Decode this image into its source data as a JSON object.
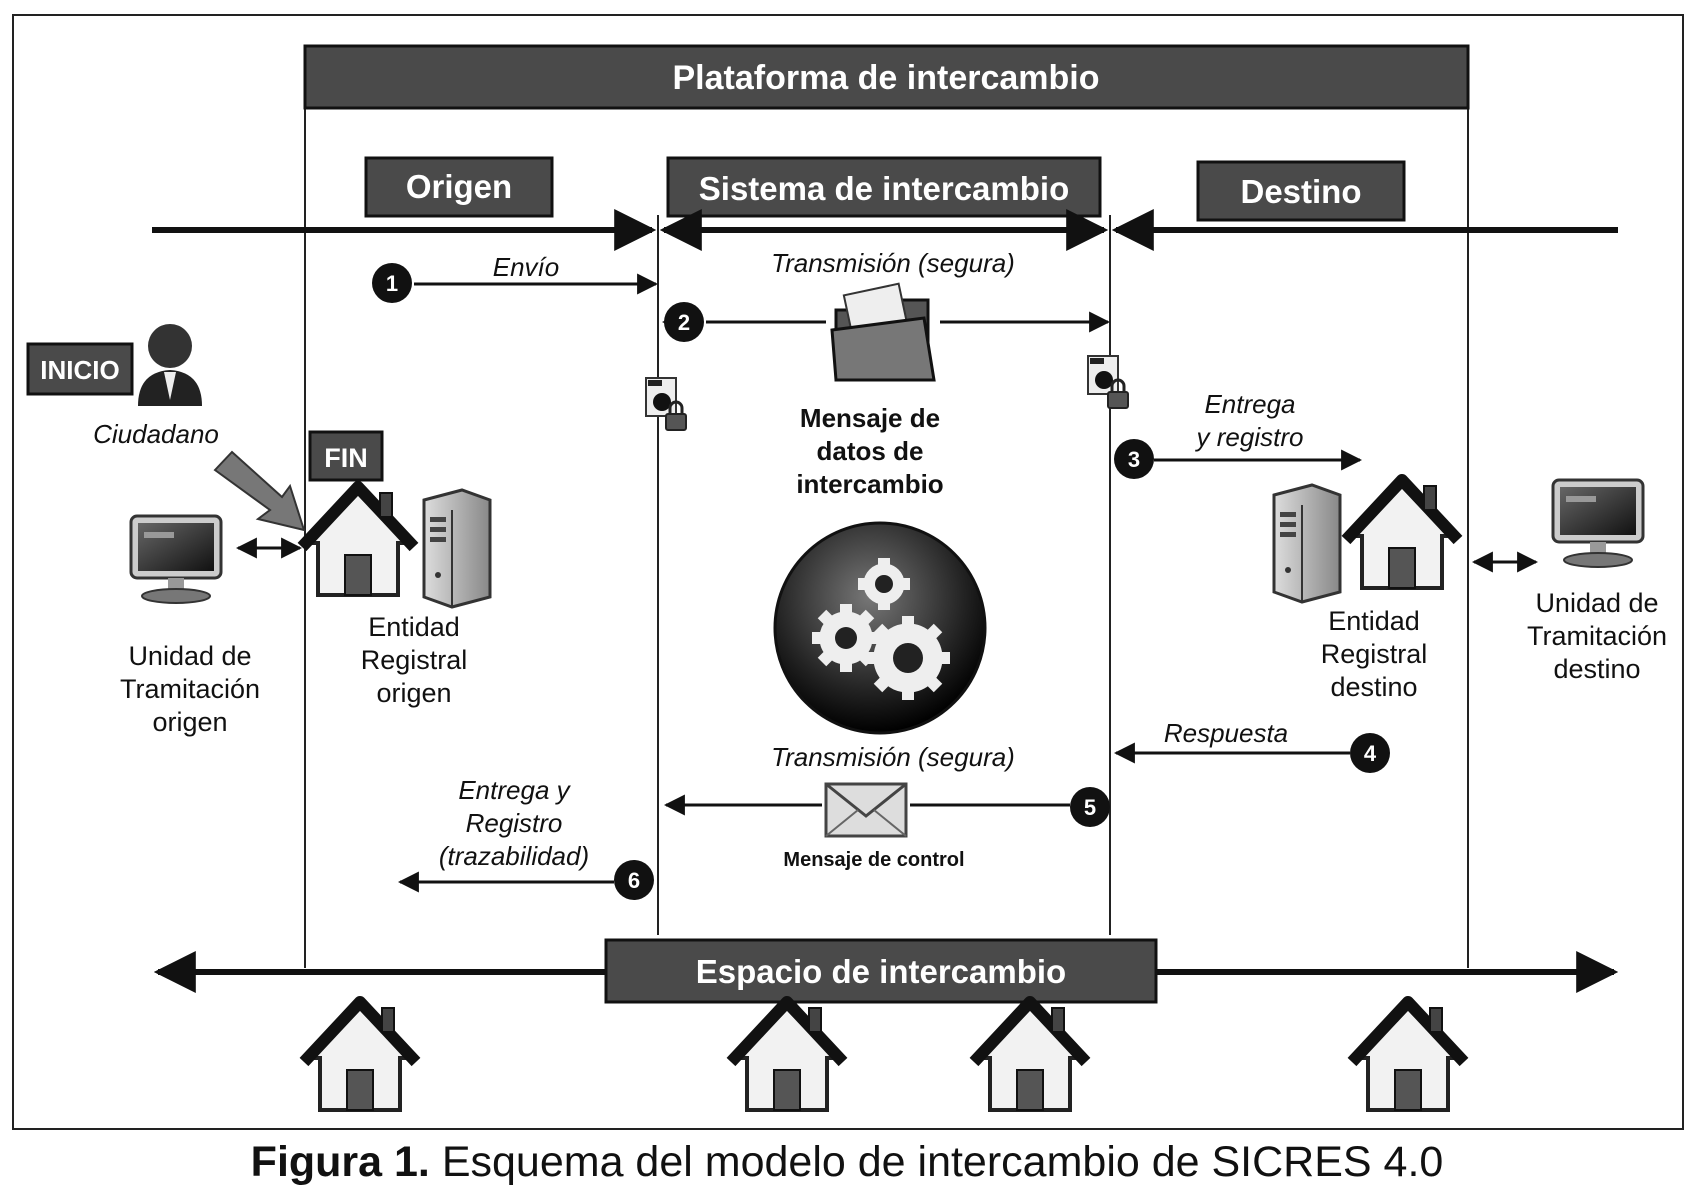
{
  "colors": {
    "banner_fill": "#4a4a4a",
    "banner_text": "#ffffff",
    "line": "#111111",
    "badge": "#111111"
  },
  "banners": {
    "platform": "Plataforma de intercambio",
    "origen": "Origen",
    "sistema": "Sistema de intercambio",
    "destino": "Destino",
    "espacio": "Espacio de intercambio",
    "inicio": "INICIO",
    "fin": "FIN"
  },
  "steps": [
    {
      "number": "1",
      "label": "Envío"
    },
    {
      "number": "2",
      "label": "Transmisión (segura)"
    },
    {
      "number": "3",
      "label_line1": "Entrega",
      "label_line2": "y registro"
    },
    {
      "number": "4",
      "label": "Respuesta"
    },
    {
      "number": "5",
      "label": "Transmisión (segura)"
    },
    {
      "number": "6",
      "label_line1": "Entrega y",
      "label_line2": "Registro",
      "label_line3": "(trazabilidad)"
    }
  ],
  "labels": {
    "ciudadano": "Ciudadano",
    "mensaje_datos": [
      "Mensaje de",
      "datos de",
      "intercambio"
    ],
    "mensaje_control": "Mensaje de control",
    "unidad_origen": [
      "Unidad de",
      "Tramitación",
      "origen"
    ],
    "entidad_origen": [
      "Entidad",
      "Registral",
      "origen"
    ],
    "entidad_destino": [
      "Entidad",
      "Registral",
      "destino"
    ],
    "unidad_destino": [
      "Unidad de",
      "Tramitación",
      "destino"
    ]
  },
  "caption": {
    "bold": "Figura 1.",
    "text": "Esquema del modelo de intercambio de SICRES 4.0"
  },
  "icons": [
    "person-icon",
    "computer-icon",
    "house-icon",
    "server-icon",
    "folder-icon",
    "gears-icon",
    "envelope-icon",
    "certificate-lock-icon"
  ]
}
